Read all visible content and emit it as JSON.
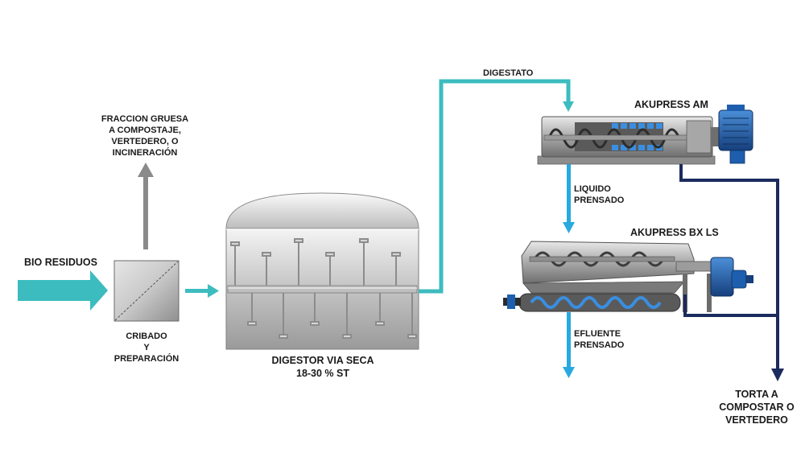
{
  "labels": {
    "bio_residuos": "BIO RESIDUOS",
    "fraccion_gruesa": [
      "FRACCION GRUESA",
      "A COMPOSTAJE,",
      "VERTEDERO, O",
      "INCINERACIÓN"
    ],
    "cribado": [
      "CRIBADO",
      "Y",
      "PREPARACIÓN"
    ],
    "digestor": [
      "DIGESTOR VIA SECA",
      "18-30 % ST"
    ],
    "digestato": "DIGESTATO",
    "akupress_am": "AKUPRESS AM",
    "liquido_prensado": [
      "LIQUIDO",
      "PRENSADO"
    ],
    "akupress_bx": "AKUPRESS BX LS",
    "efluente_prensado": [
      "EFLUENTE",
      "PRENSADO"
    ],
    "torta": [
      "TORTA A",
      "COMPOSTAR O",
      "VERTEDERO"
    ]
  },
  "colors": {
    "teal_flow": "#3dbcbf",
    "blue_flow": "#29a9df",
    "navy_flow": "#1b2b5e",
    "gray_flow": "#8a8a8a",
    "motor_blue": "#1d5fae",
    "screw_blue": "#3a8ee0"
  }
}
